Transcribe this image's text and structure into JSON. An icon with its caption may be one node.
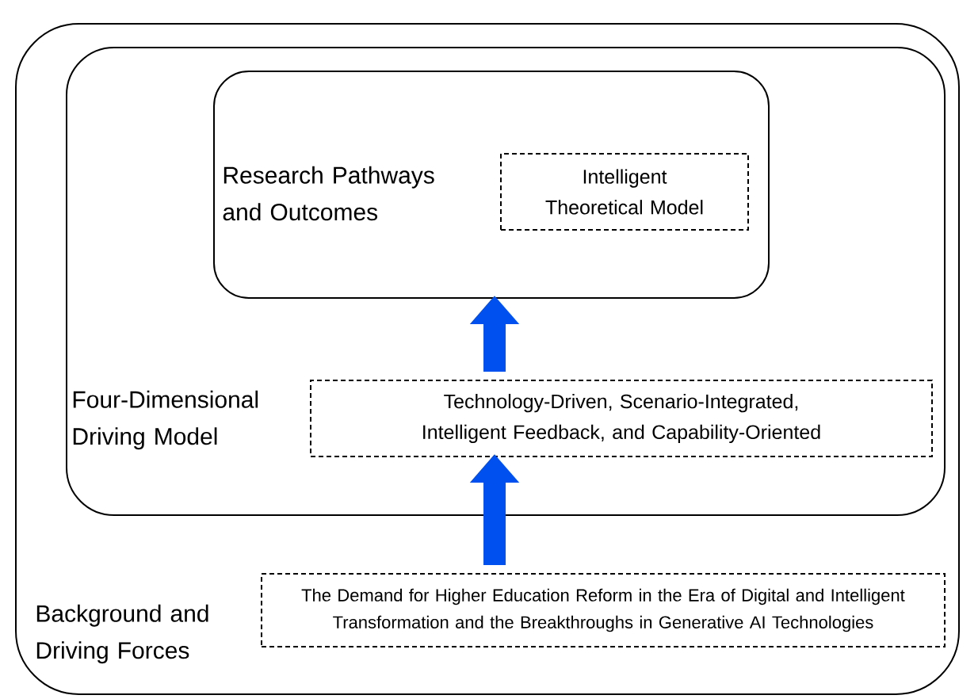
{
  "diagram": {
    "nodes": [
      {
        "text": [
          "Background and Driving Forces"
        ]
      },
      {
        "text": [
          "The Demand for Higher Education Reform in the Era of Digital and Intelligent Transformation and the Breakthroughs in Generative AI Technologies"
        ],
        "in": 0
      },
      {
        "text": [
          "Four-Dimensional Driving Model"
        ],
        "in": 0
      },
      {
        "text": [
          "Technology-Driven, Scenario-Integrated, Intelligent Feedback, and Capability-Oriented"
        ],
        "in": 2
      },
      {
        "text": [
          "Research Pathways and Outcomes"
        ],
        "in": 2
      },
      {
        "text": [
          "Intelligent Theoretical Model"
        ],
        "in": 4
      }
    ],
    "edges": [
      {
        "from": 1,
        "to": 3,
        "arrow": "to"
      },
      {
        "from": 3,
        "to": 4,
        "arrow": "to"
      }
    ]
  }
}
